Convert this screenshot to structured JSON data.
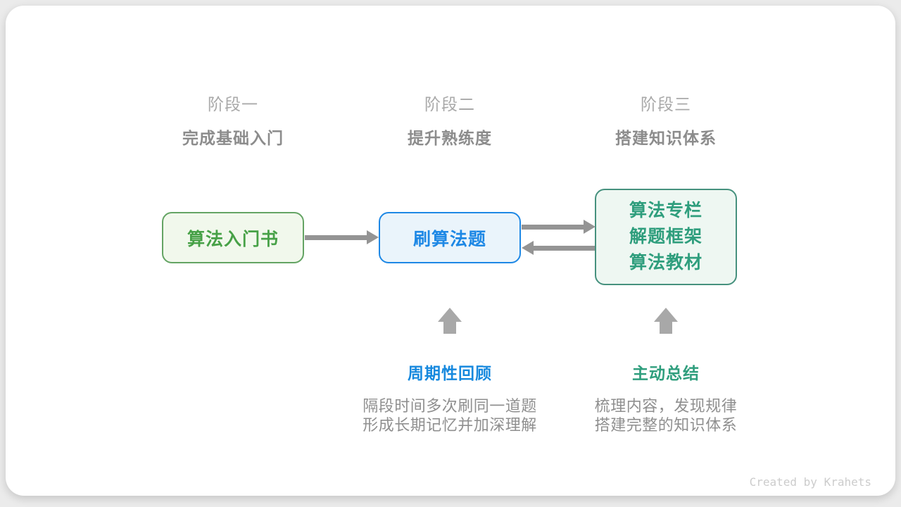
{
  "stages": [
    {
      "label": "阶段一",
      "subtitle": "完成基础入门"
    },
    {
      "label": "阶段二",
      "subtitle": "提升熟练度"
    },
    {
      "label": "阶段三",
      "subtitle": "搭建知识体系"
    }
  ],
  "nodes": {
    "node1": {
      "label": "算法入门书"
    },
    "node2": {
      "label": "刷算法题"
    },
    "node3": {
      "lines": [
        "算法专栏",
        "解题框架",
        "算法教材"
      ]
    }
  },
  "annotations": [
    {
      "title": "周期性回顾",
      "lines": [
        "隔段时间多次刷同一道题",
        "形成长期记忆并加深理解"
      ]
    },
    {
      "title": "主动总结",
      "lines": [
        "梳理内容，发现规律",
        "搭建完整的知识体系"
      ]
    }
  ],
  "footer": {
    "credit": "Created by Krahets"
  },
  "colors": {
    "node1_border": "#64a464",
    "node1_bg": "#f1f8ec",
    "node1_text": "#47a147",
    "node2_border": "#1e88e5",
    "node2_bg": "#eaf4fb",
    "node2_text": "#1e88e5",
    "node3_border": "#46917e",
    "node3_bg": "#eef7f2",
    "node3_text": "#2f9e7d",
    "annotation_blue": "#1789de",
    "annotation_teal": "#2f9e7d",
    "arrow_gray": "#949494",
    "up_arrow_gray": "#a8a8a8",
    "stage_label_gray": "#a9a9a9",
    "stage_subtitle_gray": "#8c8c8c",
    "description_gray": "#8f8f8f",
    "credit_gray": "#cccccc"
  }
}
